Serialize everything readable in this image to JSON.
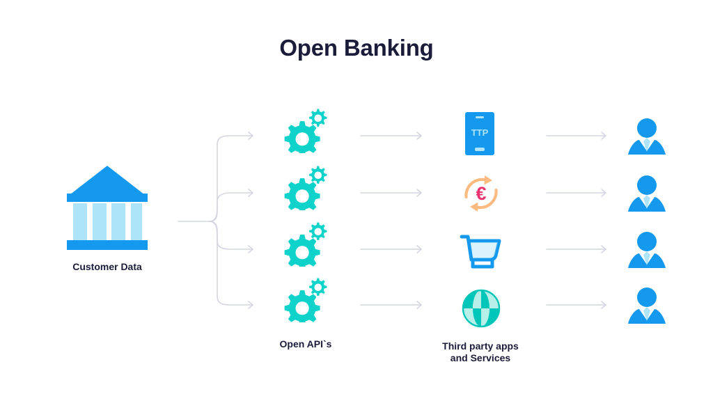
{
  "page": {
    "title": "Open Banking",
    "background_color": "#ffffff",
    "title_color": "#1b1b3a"
  },
  "palette": {
    "blue": "#1499EE",
    "light_blue": "#AEE4FA",
    "cyan": "#0FD3CB",
    "pale_mint": "#B6F0E9",
    "teal": "#00C6BA",
    "orange": "#FBBA80",
    "pink": "#E8336E",
    "connector_gray": "#D4D5E0",
    "text_navy": "#1b1b3a"
  },
  "columns": {
    "source": {
      "label": "Customer Data",
      "icon": "bank-icon"
    },
    "apis": {
      "label": "Open API`s",
      "icon": "gears-icon",
      "count": 4
    },
    "third_party": {
      "label_line1": "Third party apps",
      "label_line2": "and Services",
      "items": [
        {
          "icon": "mobile-phone-icon",
          "screen_text": "TTP"
        },
        {
          "icon": "euro-exchange-icon",
          "symbol": "€"
        },
        {
          "icon": "shopping-cart-icon"
        },
        {
          "icon": "globe-icon"
        }
      ]
    },
    "consumers": {
      "icon": "user-person-icon",
      "count": 4
    }
  },
  "connectors": {
    "branch": {
      "name": "branching-connector",
      "color": "#D4D5E0",
      "branches": 4
    },
    "arrows_mid": {
      "name": "arrow-api-to-app",
      "color": "#D4D5E0",
      "count": 4
    },
    "arrows_right": {
      "name": "arrow-app-to-user",
      "color": "#D4D5E0",
      "count": 4
    }
  },
  "rows_y": [
    195,
    277,
    358,
    438
  ]
}
